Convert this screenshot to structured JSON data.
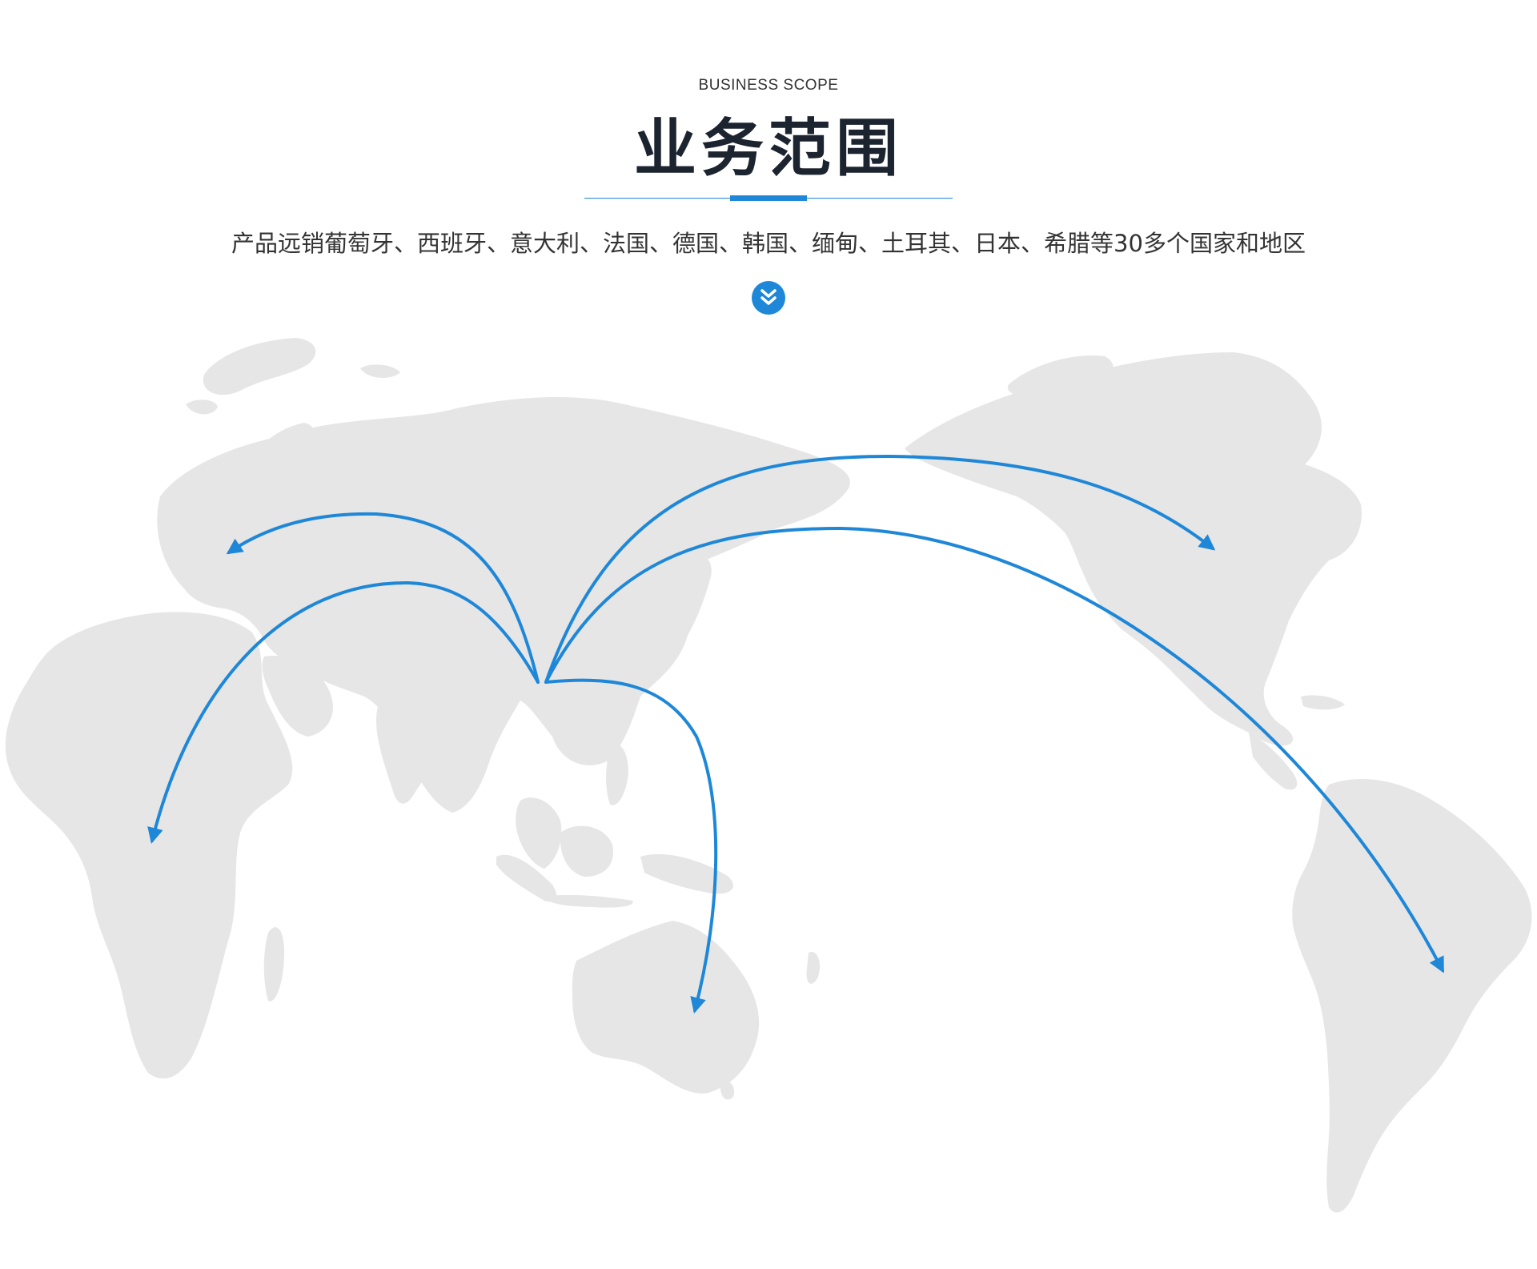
{
  "header": {
    "eyebrow": "BUSINESS SCOPE",
    "title": "业务范围",
    "subtitle": "产品远销葡萄牙、西班牙、意大利、法国、德国、韩国、缅甸、土耳其、日本、希腊等30多个国家和地区"
  },
  "scroll_down": {
    "icon": "double-chevron-down-icon"
  },
  "colors": {
    "accent": "#1e87d8",
    "land": "#e6e6e6",
    "title": "#1c2430",
    "text": "#333333"
  },
  "map": {
    "origin": "China",
    "routes": [
      {
        "name": "route-europe"
      },
      {
        "name": "route-africa"
      },
      {
        "name": "route-north-america"
      },
      {
        "name": "route-south-america"
      },
      {
        "name": "route-australia"
      }
    ]
  }
}
